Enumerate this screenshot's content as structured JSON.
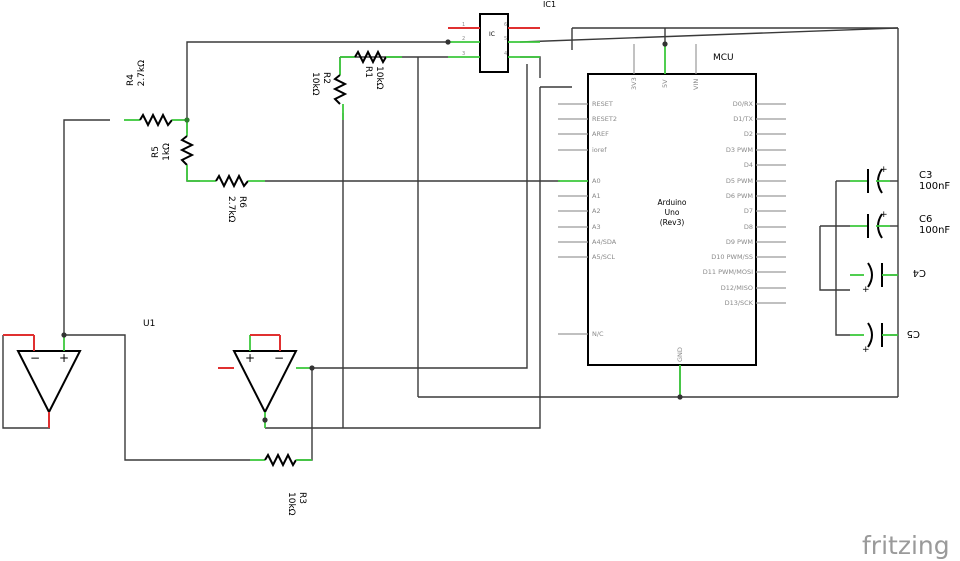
{
  "components": {
    "ic1": {
      "ref": "IC1",
      "body": "IC",
      "pins": [
        "1",
        "2",
        "3",
        "4",
        "5",
        "6"
      ]
    },
    "mcu": {
      "ref": "MCU",
      "name": [
        "Arduino",
        "Uno",
        "(Rev3)"
      ],
      "top_pins": [
        "3V3",
        "5V",
        "VIN"
      ],
      "left_pins": [
        "RESET",
        "RESET2",
        "AREF",
        "ioref",
        "A0",
        "A1",
        "A2",
        "A3",
        "A4/SDA",
        "A5/SCL",
        "N/C"
      ],
      "right_pins": [
        "D0/RX",
        "D1/TX",
        "D2",
        "D3 PWM",
        "D4",
        "D5 PWM",
        "D6 PWM",
        "D7",
        "D8",
        "D9 PWM",
        "D10 PWM/SS",
        "D11 PWM/MOSI",
        "D12/MISO",
        "D13/SCK"
      ],
      "bottom_pin": "GND"
    },
    "r1": {
      "ref": "R1",
      "value": "10kΩ"
    },
    "r2": {
      "ref": "R2",
      "value": "10kΩ"
    },
    "r3": {
      "ref": "R3",
      "value": "10kΩ"
    },
    "r4": {
      "ref": "R4",
      "value": "2.7kΩ"
    },
    "r5": {
      "ref": "R5",
      "value": "1kΩ"
    },
    "r6": {
      "ref": "R6",
      "value": "2.7kΩ"
    },
    "c3": {
      "ref": "C3",
      "value": "100nF"
    },
    "c6": {
      "ref": "C6",
      "value": "100nF"
    },
    "c4": {
      "ref": "C4"
    },
    "c5": {
      "ref": "C5"
    },
    "u1": {
      "ref": "U1",
      "minus": "−",
      "plus": "+"
    }
  },
  "logo": "fritzing"
}
